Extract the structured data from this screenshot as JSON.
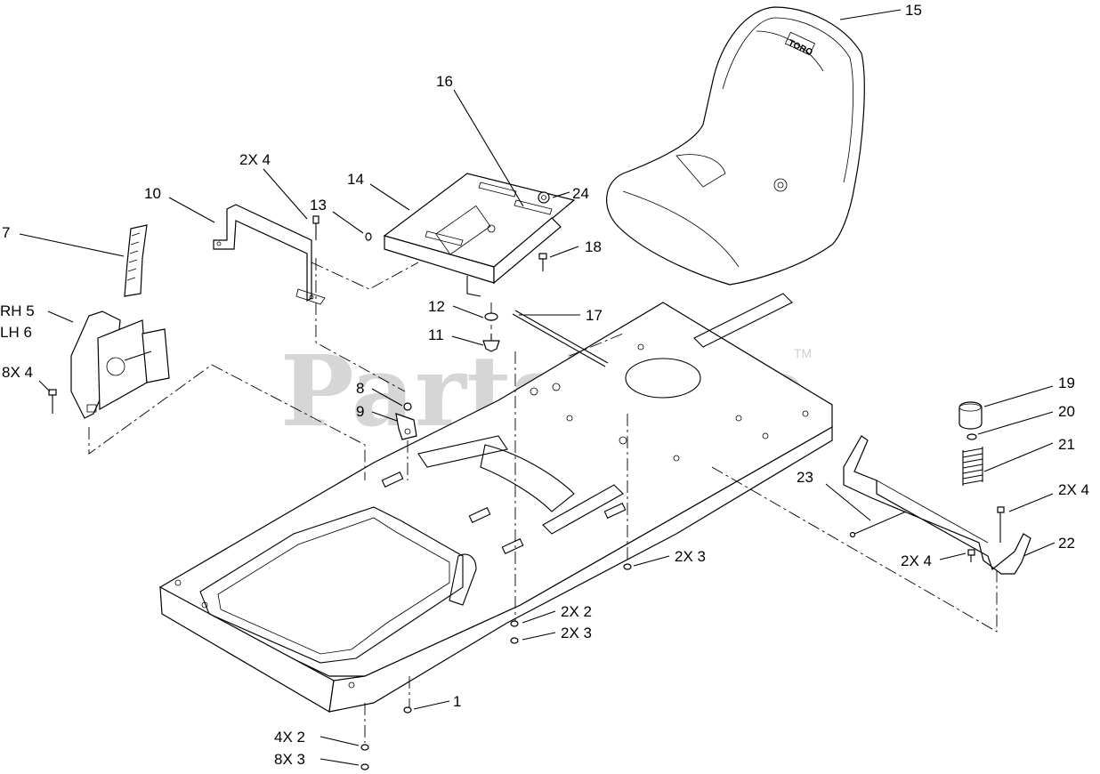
{
  "watermark": {
    "text": "PartsTree",
    "trademark": "TM"
  },
  "brand_on_seat": "TORO",
  "callouts": {
    "c15": "15",
    "c16": "16",
    "c14": "14",
    "c24": "24",
    "c2x4_top": "2X 4",
    "c10": "10",
    "c13": "13",
    "c18": "18",
    "c7": "7",
    "c_rh5": "RH 5",
    "c_lh6": "LH 6",
    "c12": "12",
    "c17": "17",
    "c11": "11",
    "c8x4": "8X 4",
    "c8": "8",
    "c9": "9",
    "c19": "19",
    "c20": "20",
    "c21": "21",
    "c23": "23",
    "c2x4_right": "2X 4",
    "c2x4_bracket": "2X 4",
    "c22": "22",
    "c2x3_mid": "2X 3",
    "c2x2": "2X 2",
    "c2x3_low": "2X 3",
    "c1": "1",
    "c4x2": "4X 2",
    "c8x3": "8X 3"
  }
}
